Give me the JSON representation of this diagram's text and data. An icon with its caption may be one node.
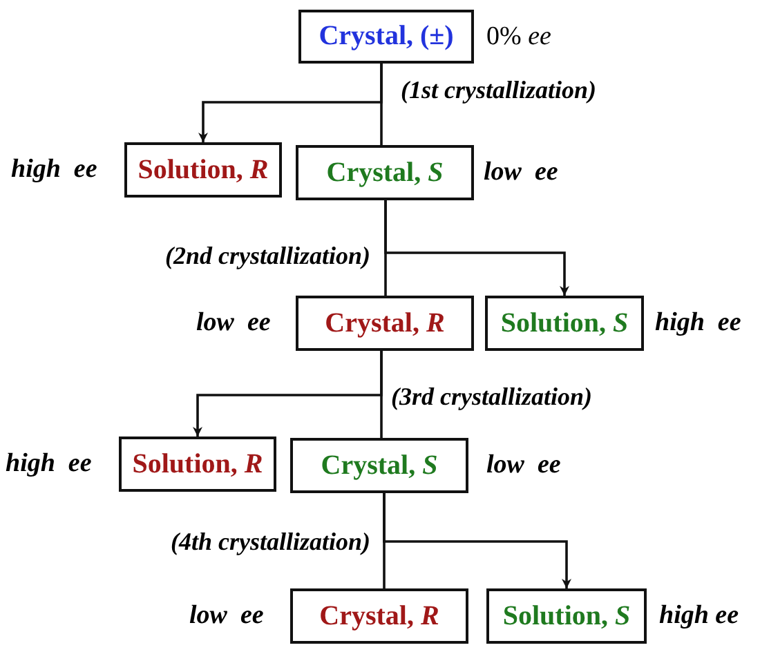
{
  "diagram": {
    "nodes": [
      {
        "text": [
          "Crystal, (±)"
        ],
        "beside": [
          "0% *ee*"
        ]
      },
      {
        "text": [
          "Solution, *R*"
        ],
        "beside": [
          "high  ee"
        ]
      },
      {
        "text": [
          "Crystal, *S*"
        ],
        "beside": [
          "low  ee"
        ]
      },
      {
        "text": [
          "Crystal, *R*"
        ],
        "beside": [
          "low  ee"
        ]
      },
      {
        "text": [
          "Solution, *S*"
        ],
        "beside": [
          "high  ee"
        ]
      },
      {
        "text": [
          "Solution, *R*"
        ],
        "beside": [
          "high  ee"
        ]
      },
      {
        "text": [
          "Crystal, *S*"
        ],
        "beside": [
          "low  ee"
        ]
      },
      {
        "text": [
          "Crystal, *R*"
        ],
        "beside": [
          "low  ee"
        ]
      },
      {
        "text": [
          "Solution, *S*"
        ],
        "beside": [
          "high ee"
        ]
      }
    ],
    "edges": [
      {
        "from": 0,
        "to": 1,
        "arrow": "to"
      },
      {
        "from": 0,
        "to": 2,
        "arrow": "none"
      },
      {
        "from": 2,
        "to": 3,
        "arrow": "none"
      },
      {
        "from": 2,
        "to": 4,
        "arrow": "to"
      },
      {
        "from": 3,
        "to": 5,
        "arrow": "to"
      },
      {
        "from": 3,
        "to": 6,
        "arrow": "none"
      },
      {
        "from": 6,
        "to": 7,
        "arrow": "none"
      },
      {
        "from": 6,
        "to": 8,
        "arrow": "to"
      }
    ],
    "labels": [
      "(1st crystallization)",
      "(2nd crystallization)",
      "(3rd crystallization)",
      "(4th crystallization)"
    ]
  }
}
